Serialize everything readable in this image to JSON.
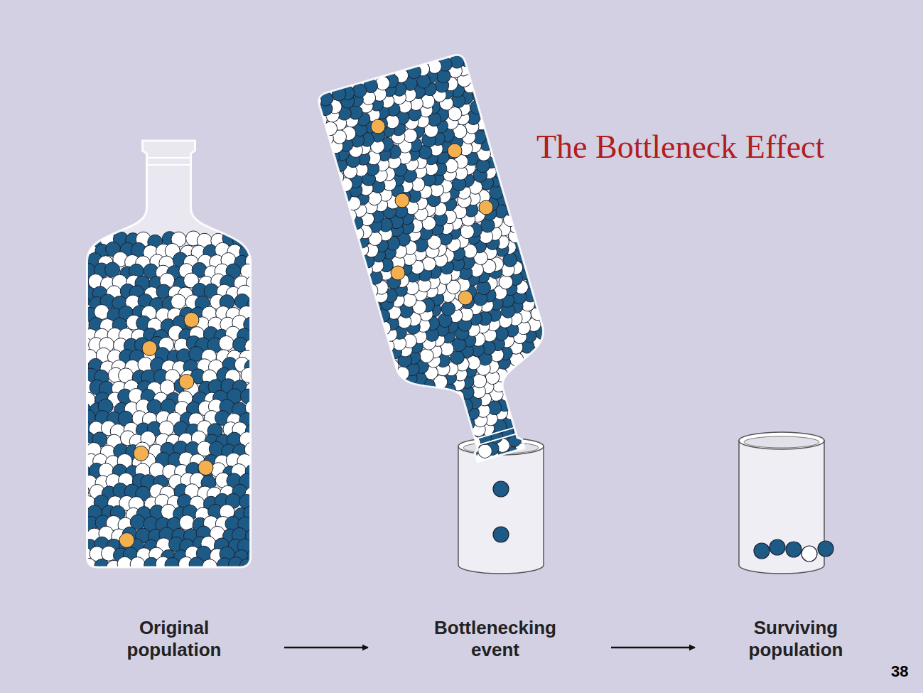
{
  "diagram": {
    "title": "The Bottleneck Effect",
    "labels": [
      "Original population",
      "Bottlenecking event",
      "Surviving population",
      "38"
    ]
  }
}
